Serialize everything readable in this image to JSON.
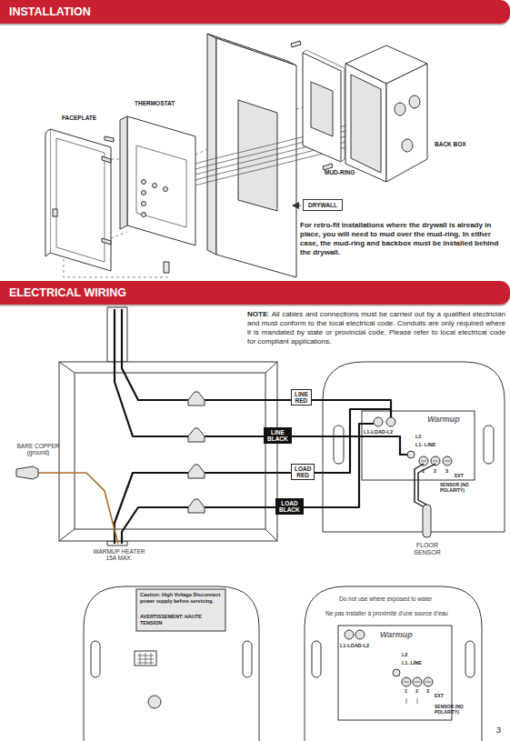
{
  "diagram": {
    "nodes": [
      {
        "text": [
          "INSTALLATION"
        ]
      },
      {
        "text": [
          "ELECTRICAL WIRING"
        ]
      },
      {
        "text": [
          "DRYWALL"
        ]
      },
      {
        "text": [
          "LINE RED"
        ]
      },
      {
        "text": [
          "LINE BLACK"
        ]
      },
      {
        "text": [
          "LOAD RED"
        ]
      },
      {
        "text": [
          "LOAD BLACK"
        ]
      }
    ],
    "labels": [
      "FACEPLATE",
      "THERMOSTAT",
      "BACK BOX",
      "MUD-RING",
      "For retro-fit installations where the drywall is already in place, you will need to mud over the mud-ring. In either case, the mud-ring and backbox must be installed behind the drywall.",
      "NOTE",
      ": All cables and connections must be carried out by a qualified electrician and must conform to the local electrical code. Conduits are only required where it is mandated by state or provincial code. Please refer to local electrical code for compliant applications.",
      "BARE COPPER (ground)",
      "WARMUP HEATER 15A MAX.",
      "FLOOR SENSOR",
      "Warmup",
      "L1-LOAD-L2",
      "L2",
      "L1- LINE",
      "1",
      "2",
      "3",
      "EXT",
      "SENSOR (NO POLARITY)",
      "Caution: High Voltage Disconnect power supply before servicing.",
      "AVERTISSEMENT: HAUTE TENSION",
      "Do not use where exposed to water",
      "Ne pas installer à proximité d'une source d'eau",
      "L1-LOAD-L2",
      "Warmup",
      "L2",
      "L1. LINE",
      "1",
      "2",
      "3",
      "EXT",
      "SENSOR (NO POLARITY)",
      "3"
    ]
  }
}
